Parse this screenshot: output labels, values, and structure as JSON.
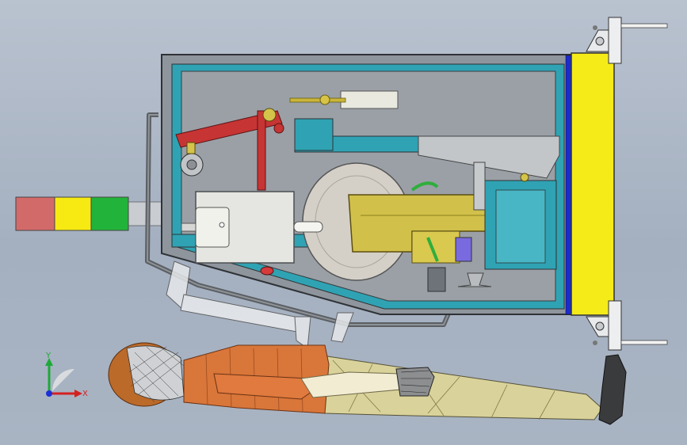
{
  "scene": {
    "view": "top",
    "background": "#aab5c4"
  },
  "axes": {
    "x_label": "X",
    "y_label": "Y",
    "x_color": "#d42020",
    "y_color": "#1fa83a",
    "z_color": "#1d2fd6"
  },
  "colors": {
    "frame_outer": "#3c3f44",
    "frame_teal": "#2fa3b3",
    "plate_yellow": "#f5eb18",
    "stripe_blue": "#1a2bd0",
    "arm_red": "#c73434",
    "drum_gray": "#d4d0c8",
    "housing_olive": "#d1c04a",
    "tower_red": "#d36a6a",
    "tower_yellow": "#f7ea13",
    "tower_green": "#22b43a",
    "mannequin_orange": "#d9763a",
    "mannequin_khaki": "#d9d29a"
  },
  "signal_tower": {
    "segments": [
      "red",
      "yellow",
      "green"
    ]
  }
}
